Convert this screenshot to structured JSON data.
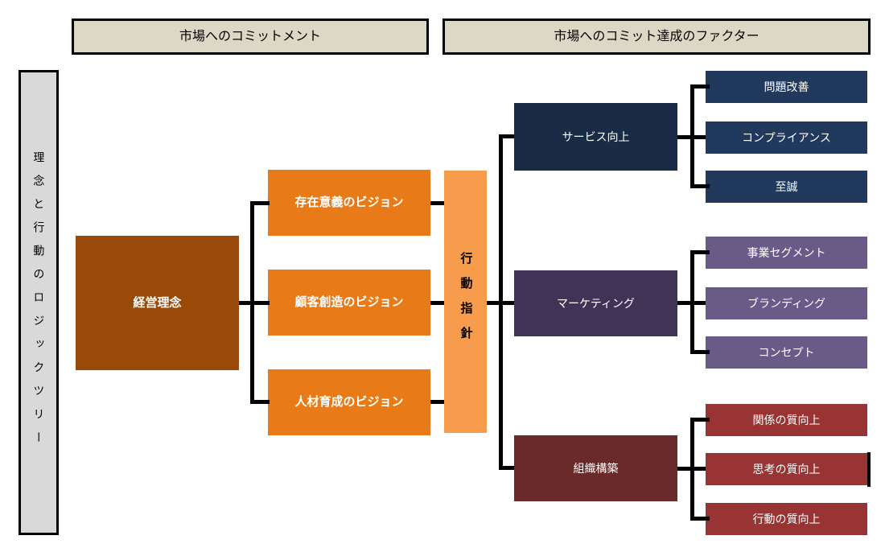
{
  "diagram": {
    "title_banner": "理念と行動のロジックツリー",
    "headers": {
      "left": "市場へのコミットメント",
      "right": "市場へのコミット達成のファクター"
    },
    "root": {
      "label": "経営理念"
    },
    "visions": [
      {
        "label": "存在意義のビジョン"
      },
      {
        "label": "顧客創造のビジョン"
      },
      {
        "label": "人材育成のビジョン"
      }
    ],
    "action_bar": {
      "label": "行動指針"
    },
    "groups": [
      {
        "label": "サービス向上",
        "children": [
          "問題改善",
          "コンプライアンス",
          "至誠"
        ]
      },
      {
        "label": "マーケティング",
        "children": [
          "事業セグメント",
          "ブランディング",
          "コンセプト"
        ]
      },
      {
        "label": "組織構築",
        "children": [
          "関係の質向上",
          "思考の質向上",
          "行動の質向上"
        ]
      }
    ],
    "colors": {
      "header_bg": "#DDD8C6",
      "banner_bg": "#D9D9D9",
      "root_bg": "#9A4A08",
      "vision_bg": "#E87A18",
      "action_bar_bg": "#F79B4D",
      "service_group_bg": "#1A2B45",
      "service_child_bg": "#20395C",
      "marketing_group_bg": "#413355",
      "marketing_child_bg": "#695A88",
      "organization_group_bg": "#6B2A2A",
      "organization_child_bg": "#993434",
      "connector": "#000000"
    }
  }
}
